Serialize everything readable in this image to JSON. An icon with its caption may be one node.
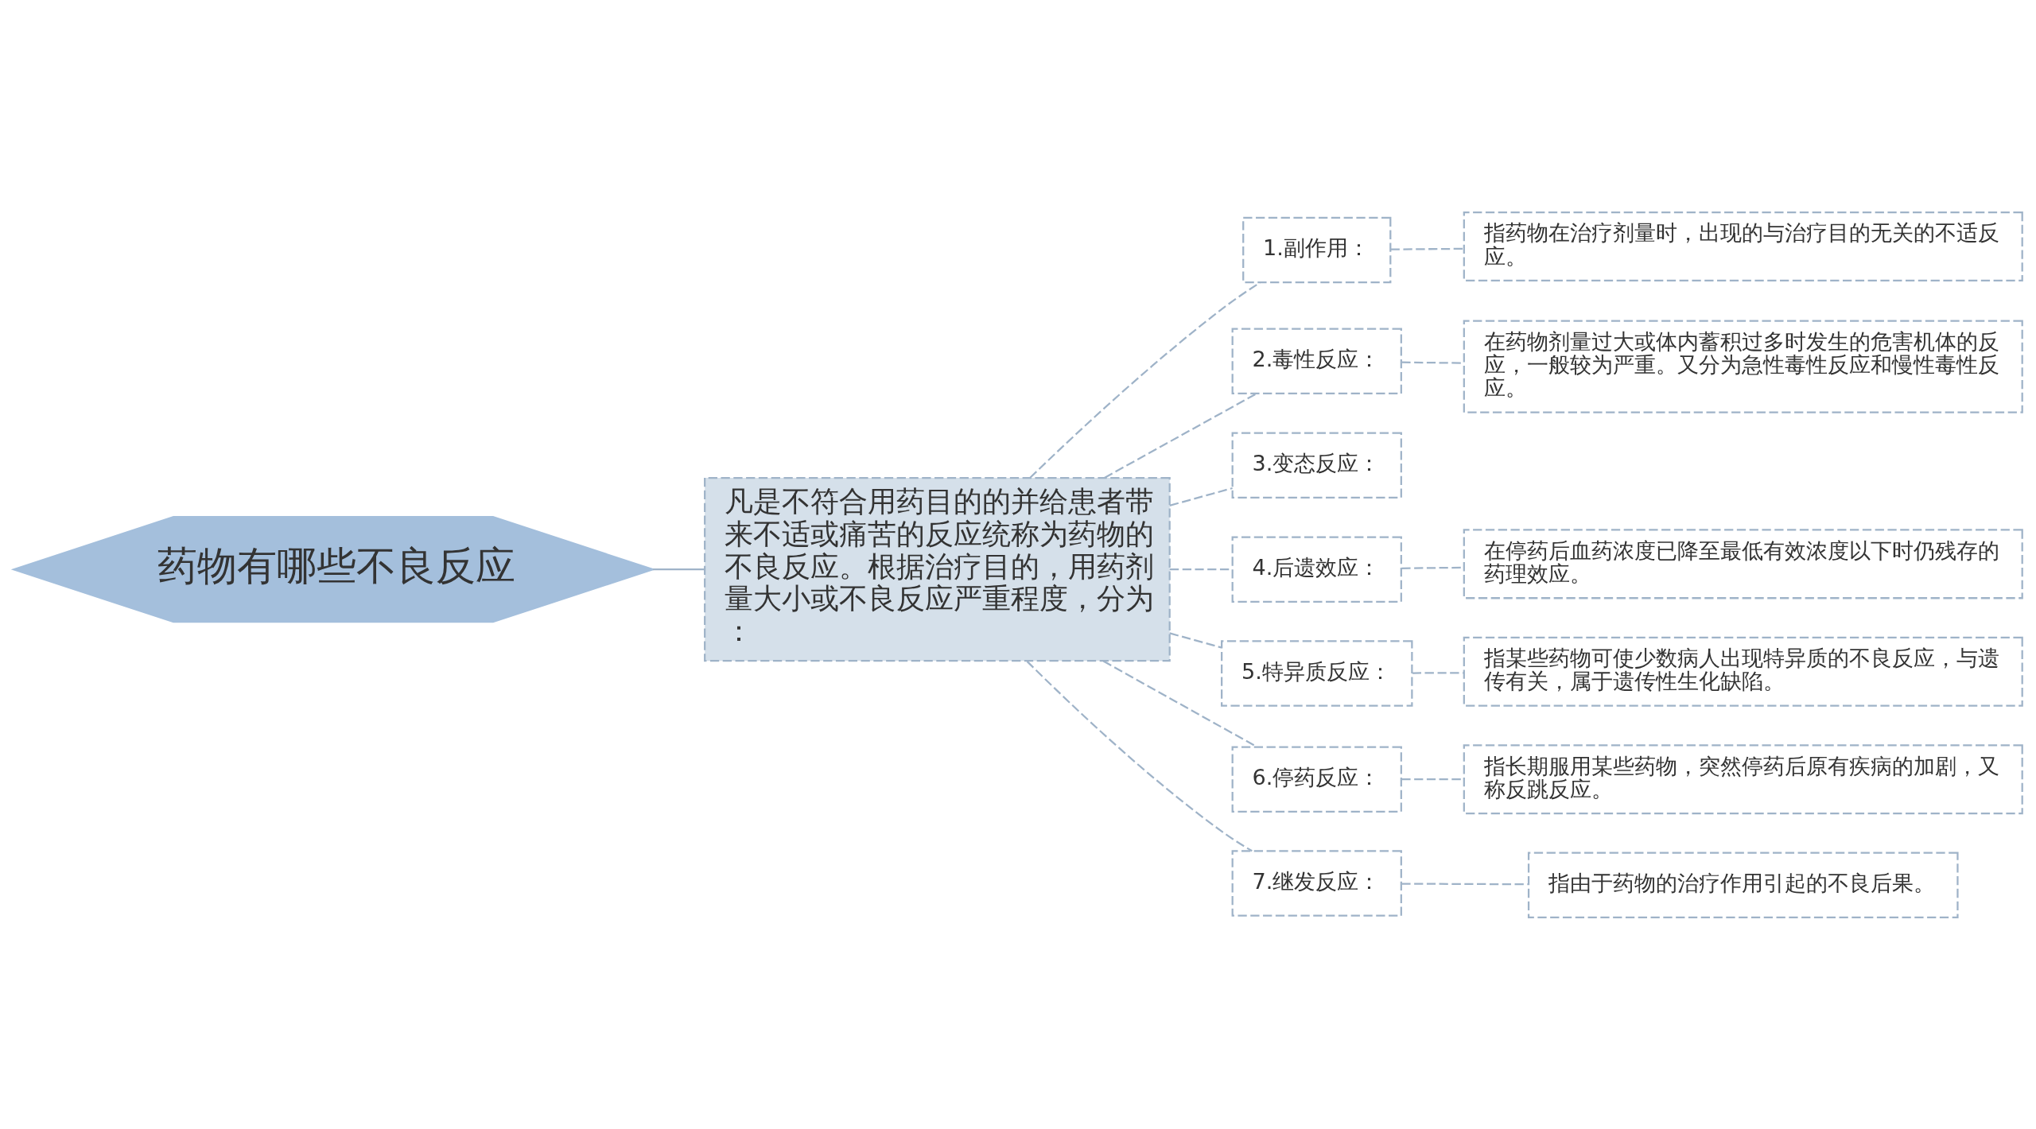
{
  "diagram": {
    "nodes": [
      {
        "text": [
          "药物有哪些不良反应"
        ]
      },
      {
        "text": [
          "凡是不符合用药目的的并给患者带来不适或痛苦的反应统称为药物的不良反应。根据治疗目的，用药剂量大小或不良反应严重程度，分为："
        ]
      },
      {
        "text": [
          "1.副作用："
        ]
      },
      {
        "text": [
          "指药物在治疗剂量时，出现的与治疗目的无关的不适反应。"
        ]
      },
      {
        "text": [
          "2.毒性反应："
        ]
      },
      {
        "text": [
          "在药物剂量过大或体内蓄积过多时发生的危害机体的反应，一般较为严重。又分为急性毒性反应和慢性毒性反应。"
        ]
      },
      {
        "text": [
          "3.变态反应："
        ]
      },
      {
        "text": [
          "4.后遗效应："
        ]
      },
      {
        "text": [
          "在停药后血药浓度已降至最低有效浓度以下时仍残存的药理效应。"
        ]
      },
      {
        "text": [
          "5.特异质反应："
        ]
      },
      {
        "text": [
          "指某些药物可使少数病人出现特异质的不良反应，与遗传有关，属于遗传性生化缺陷。"
        ]
      },
      {
        "text": [
          "6.停药反应："
        ]
      },
      {
        "text": [
          "指长期服用某些药物，突然停药后原有疾病的加剧，又称反跳反应。"
        ]
      },
      {
        "text": [
          "7.继发反应："
        ]
      },
      {
        "text": [
          "指由于药物的治疗作用引起的不良后果。"
        ]
      }
    ],
    "edges": [
      {
        "from": 0,
        "to": 1,
        "arrow": "none"
      },
      {
        "from": 1,
        "to": 2,
        "arrow": "none",
        "style": "dashed"
      },
      {
        "from": 2,
        "to": 3,
        "arrow": "none",
        "style": "dashed"
      },
      {
        "from": 1,
        "to": 4,
        "arrow": "none",
        "style": "dashed"
      },
      {
        "from": 4,
        "to": 5,
        "arrow": "none",
        "style": "dashed"
      },
      {
        "from": 1,
        "to": 6,
        "arrow": "none",
        "style": "dashed"
      },
      {
        "from": 1,
        "to": 7,
        "arrow": "none",
        "style": "dashed"
      },
      {
        "from": 7,
        "to": 8,
        "arrow": "none",
        "style": "dashed"
      },
      {
        "from": 1,
        "to": 9,
        "arrow": "none",
        "style": "dashed"
      },
      {
        "from": 9,
        "to": 10,
        "arrow": "none",
        "style": "dashed"
      },
      {
        "from": 1,
        "to": 11,
        "arrow": "none",
        "style": "dashed"
      },
      {
        "from": 11,
        "to": 12,
        "arrow": "none",
        "style": "dashed"
      },
      {
        "from": 1,
        "to": 13,
        "arrow": "none",
        "style": "dashed"
      },
      {
        "from": 13,
        "to": 14,
        "arrow": "none",
        "style": "dashed"
      }
    ]
  }
}
